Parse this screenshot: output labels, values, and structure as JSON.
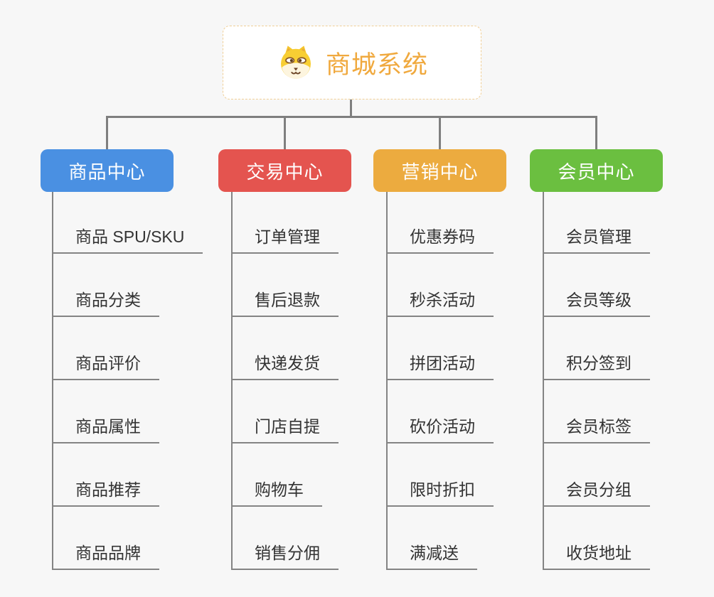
{
  "canvas": {
    "background": "#f7f7f7",
    "connector_color": "#7f7f7f",
    "underline_color": "#848484",
    "item_text_color": "#333333"
  },
  "root": {
    "title": "商城系统",
    "icon": "shiba-dog-icon",
    "title_color": "#f0a93e",
    "border_color": "#f0cf96",
    "background": "#ffffff"
  },
  "branches": [
    {
      "label": "商品中心",
      "color": "#4a90e2",
      "items": [
        "商品 SPU/SKU",
        "商品分类",
        "商品评价",
        "商品属性",
        "商品推荐",
        "商品品牌"
      ]
    },
    {
      "label": "交易中心",
      "color": "#e4544f",
      "items": [
        "订单管理",
        "售后退款",
        "快递发货",
        "门店自提",
        "购物车",
        "销售分佣"
      ]
    },
    {
      "label": "营销中心",
      "color": "#ecab3f",
      "items": [
        "优惠券码",
        "秒杀活动",
        "拼团活动",
        "砍价活动",
        "限时折扣",
        "满减送"
      ]
    },
    {
      "label": "会员中心",
      "color": "#6bbf40",
      "items": [
        "会员管理",
        "会员等级",
        "积分签到",
        "会员标签",
        "会员分组",
        "收货地址"
      ]
    }
  ]
}
